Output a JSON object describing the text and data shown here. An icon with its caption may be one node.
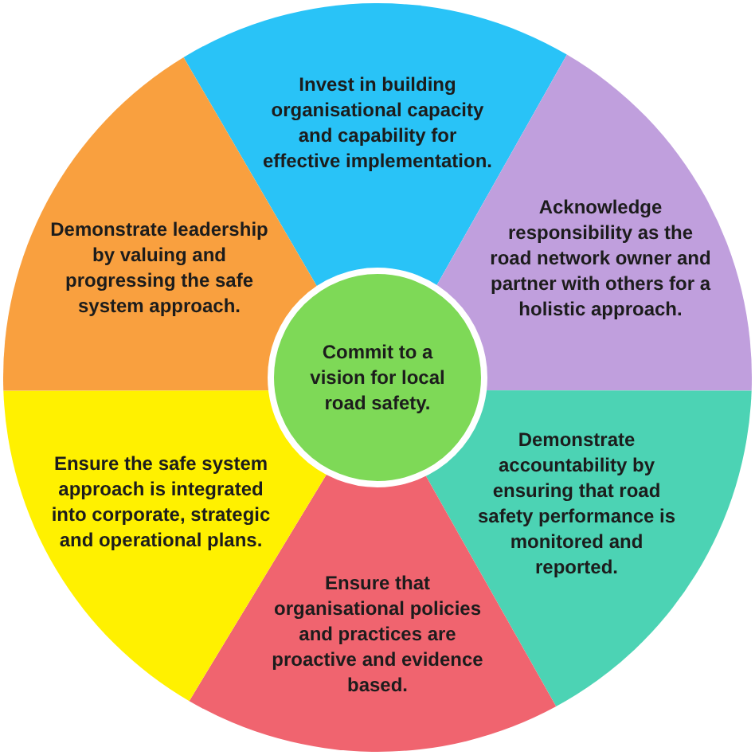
{
  "diagram": {
    "nodes": [
      {
        "text": [
          "Commit to a vision for local road safety."
        ]
      },
      {
        "text": [
          "Invest in building organisational capacity and capability for effective implementation."
        ]
      },
      {
        "text": [
          "Acknowledge responsibility as the road network owner and partner with others for a holistic approach."
        ]
      },
      {
        "text": [
          "Demonstrate accountability by ensuring that road safety performance is monitored and reported."
        ]
      },
      {
        "text": [
          "Ensure that organisational policies and practices are proactive and evidence based."
        ]
      },
      {
        "text": [
          "Ensure the safe system approach is integrated into corporate, strategic and operational plans."
        ]
      },
      {
        "text": [
          "Demonstrate leadership by valuing and progressing the safe system approach."
        ]
      }
    ]
  }
}
